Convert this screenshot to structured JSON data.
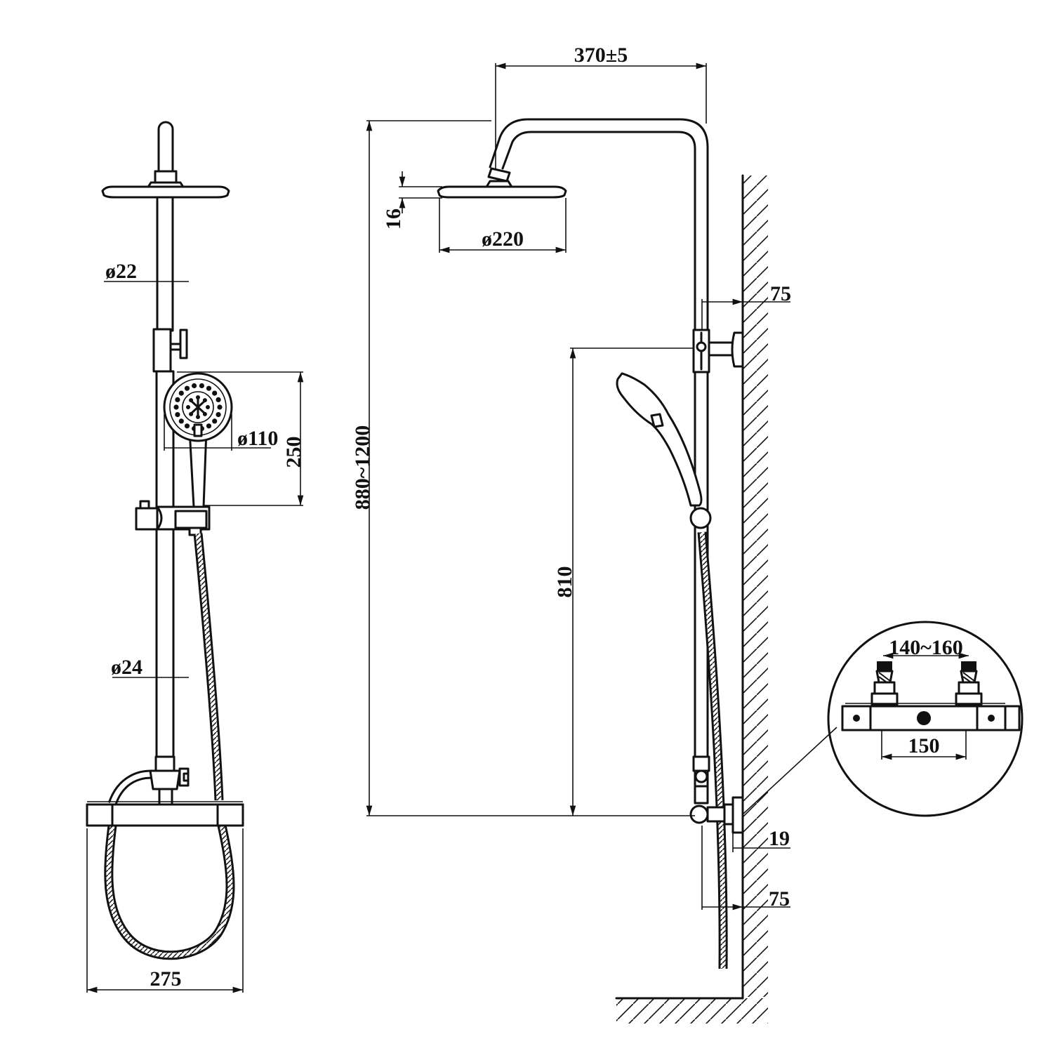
{
  "dimensions": {
    "arm_reach": "370±5",
    "head_thickness": "16",
    "head_diameter": "ø220",
    "riser_top_diameter": "ø22",
    "riser_bottom_diameter": "ø24",
    "handset_height": "250",
    "handset_diameter": "ø110",
    "valve_width": "275",
    "adjustable_height": "880~1200",
    "holder_height": "810",
    "wall_bracket_offset": "75",
    "inlet_offset": "19",
    "valve_depth": "75",
    "inlet_centres": "140~160",
    "valve_centre_width": "150"
  }
}
